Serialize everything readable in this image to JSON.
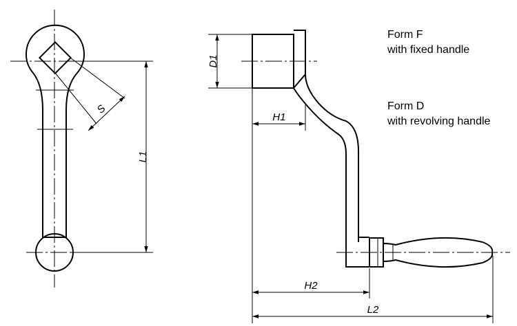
{
  "dimensions": {
    "s": "S",
    "l1": "L1",
    "d1": "D1",
    "h1": "H1",
    "h2": "H2",
    "l2": "L2"
  },
  "notes": {
    "form_f_title": "Form F",
    "form_f_desc": "with fixed handle",
    "form_d_title": "Form D",
    "form_d_desc": "with revolving handle"
  }
}
